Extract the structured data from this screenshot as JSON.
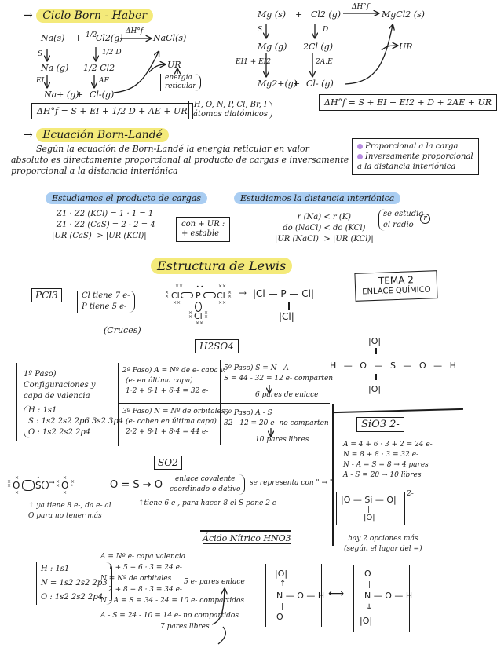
{
  "born_haber": {
    "title": "Ciclo Born - Haber",
    "nacl": {
      "reactants": [
        "Na(s)",
        "+",
        "1/2",
        "Cl2(g)"
      ],
      "dh_label": "ΔH°f",
      "product": "NaCl(s)",
      "step_s": "S",
      "step_half_d": "1/2 D",
      "na_gas": "Na (g)",
      "half_cl2": "1/2 Cl2",
      "step_ei": "EI",
      "step_ae": "AE",
      "na_ion": "Na+ (g)",
      "plus": "+",
      "cl_ion": "Cl-(g)",
      "ur": "UR",
      "ur_note": [
        "energía",
        "reticular"
      ],
      "formula": "ΔH°f = S + EI + 1/2 D + AE + UR"
    },
    "diatomic_note": [
      "H, O, N, P, Cl, Br, I",
      "átomos diatómicos"
    ],
    "mgcl2": {
      "reactants": [
        "Mg (s)",
        "+",
        "Cl2 (g)"
      ],
      "dh_label": "ΔH°f",
      "product": "MgCl2 (s)",
      "step_s": "S",
      "step_d": "D",
      "mg_gas": "Mg (g)",
      "two_cl": "2Cl (g)",
      "step_ei": "EI1 + EI2",
      "step_ae": "2A.E",
      "mg_ion": "Mg2+(g)",
      "plus": "+",
      "cl_ion": "Cl- (g)",
      "ur": "UR",
      "formula": "ΔH°f = S + EI + EI2 + D + 2AE + UR"
    }
  },
  "born_lande": {
    "title": "Ecuación Born-Landé",
    "paragraph": [
      "Según la ecuación de Born-Landé la energía reticular en valor",
      "absoluto es directamente proporcional al producto de cargas e inversamente",
      "proporcional a la distancia interiónica"
    ],
    "summary_box": [
      "Proporcional a la carga",
      "Inversamente proporcional",
      "a la distancia interiónica"
    ],
    "bullet_color": "#b78be0",
    "charges": {
      "heading": "Estudiamos el producto de cargas",
      "lines": [
        "Z1 · Z2 (KCl) = 1 · 1 = 1",
        "Z1 · Z2 (CaS) = 2 · 2 = 4",
        "|UR (CaS)| > |UR (KCl)|"
      ],
      "note": [
        "con + UR :",
        "+ estable"
      ]
    },
    "distance": {
      "heading": "Estudiamos la distancia interiónica",
      "lines": [
        "r (Na) < r (K)",
        "do (NaCl) < do (KCl)",
        "|UR (NaCl)| > |UR (KCl)|"
      ],
      "note": [
        "se estudia",
        "el radio"
      ],
      "circled": "r"
    }
  },
  "lewis": {
    "title": "Estructura de Lewis",
    "theme_box": [
      "TEMA 2",
      "ENLACE QUÍMICO"
    ],
    "pcl3": {
      "label": "PCl3",
      "notes": [
        "Cl tiene 7 e-",
        "P tiene 5 e-"
      ],
      "crosses_note": "(Cruces)",
      "arrow": "→",
      "structure_top": "|Cl — P — Cl|",
      "structure_bottom": "|Cl|"
    },
    "h2so4": {
      "label": "H2SO4",
      "step1": {
        "title": "1º Paso) Configuraciones y capa de valencia",
        "h": "H : 1s1",
        "s": "S : 1s2 2s2 2p6 3s2 3p4",
        "o": "O : 1s2 2s2 2p4"
      },
      "step2": [
        "2º Paso) A = Nº de e- capa v.",
        "(e- en última capa)",
        "1·2 + 6·1 + 6·4 = 32 e-"
      ],
      "step3": [
        "3º Paso) N = Nº de orbitales",
        "(e- caben en última capa)",
        "2·2 + 8·1 + 8·4 = 44 e-"
      ],
      "step5": [
        "5º Paso) S = N - A",
        "S = 44 - 32 = 12 e- comparten",
        "6 pares de enlace"
      ],
      "step6": [
        "6º Paso) A - S",
        "32 - 12 = 20 e- no comparten",
        "10 pares libres"
      ],
      "structure": {
        "top": "|O|",
        "middle": [
          "H",
          "O",
          "S",
          "O",
          "H"
        ],
        "bottom": "|O|"
      }
    },
    "so2": {
      "label": "SO2",
      "note_left": [
        "ya tiene 8 e-, da e- al",
        "O para no tener más"
      ],
      "structure": "O = S → O",
      "bond_type": [
        "enlace covalente",
        "coordinado o dativo"
      ],
      "represented": "se representa con \" → \"",
      "note_right": "tiene 6 e-, para hacer 8 el S pone 2 e-"
    },
    "sio3": {
      "label": "SiO3 2-",
      "lines": [
        "A = 4 + 6 · 3 + 2 = 24 e-",
        "N = 8 + 8 · 3 = 32 e-",
        "N - A = S = 8 → 4 pares",
        "A - S = 20 → 10 libres"
      ],
      "structure_top": "|O — Si — O|",
      "structure_mid": "||",
      "structure_bottom": "|O|",
      "charge": "2-",
      "note": [
        "hay 2 opciones más",
        "(según el lugar del =)"
      ]
    },
    "hno3": {
      "title": "Ácido Nítrico HNO3",
      "config": [
        "H : 1s1",
        "N = 1s2 2s2 2p3",
        "O : 1s2 2s2 2p4"
      ],
      "lines": [
        "A = Nº e- capa valencia",
        "1 + 5 + 6 · 3 = 24 e-",
        "N = Nº de orbitales",
        "2 + 8 + 8 · 3 = 34 e-",
        "N - A = S = 34 - 24 = 10 e- compartidos",
        "A - S = 24 - 10 = 14 e- no compartidos",
        "7 pares libres"
      ],
      "pairs_note": "5 e- pares enlace",
      "resonance_arrow": "⟷",
      "res1": {
        "top": "|O|",
        "arrow": "↑",
        "middle": "N — O — H",
        "dbl": "||",
        "bottom": "O"
      },
      "res2": {
        "top": "O",
        "dbl": "||",
        "middle": "N — O — H",
        "arrow": "↓",
        "bottom": "|O|"
      }
    }
  }
}
